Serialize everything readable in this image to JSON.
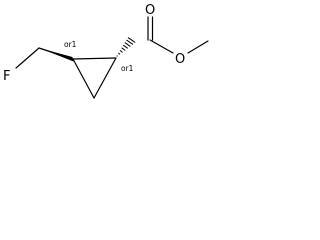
{
  "molecule": {
    "atoms": {
      "fluorine": "F",
      "carbonyl_oxygen": "O",
      "ester_oxygen": "O"
    },
    "stereo_labels": {
      "left_stereocenter": "or1",
      "right_stereocenter": "or1"
    },
    "colors": {
      "bond": "#000000",
      "text": "#000000",
      "background": "#ffffff"
    }
  }
}
